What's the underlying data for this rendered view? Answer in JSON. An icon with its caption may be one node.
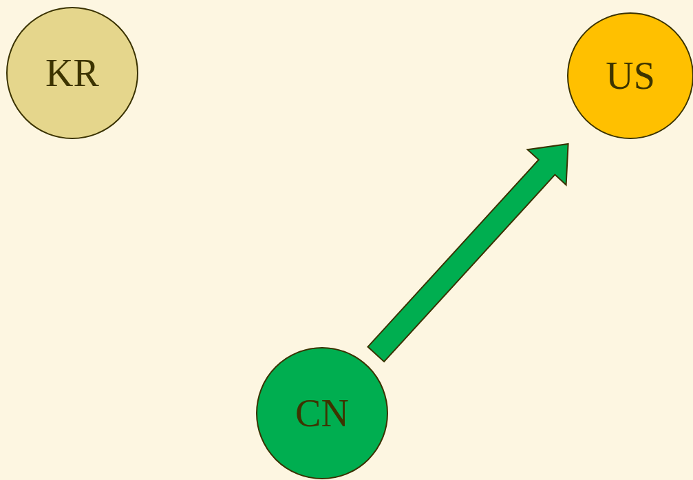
{
  "diagram": {
    "nodes": [
      {
        "text": [
          "KR"
        ]
      },
      {
        "text": [
          "US"
        ]
      },
      {
        "text": [
          "CN"
        ]
      }
    ],
    "edges": [
      {
        "from": 2,
        "to": 1,
        "arrow": "to",
        "style": "thick"
      }
    ]
  }
}
